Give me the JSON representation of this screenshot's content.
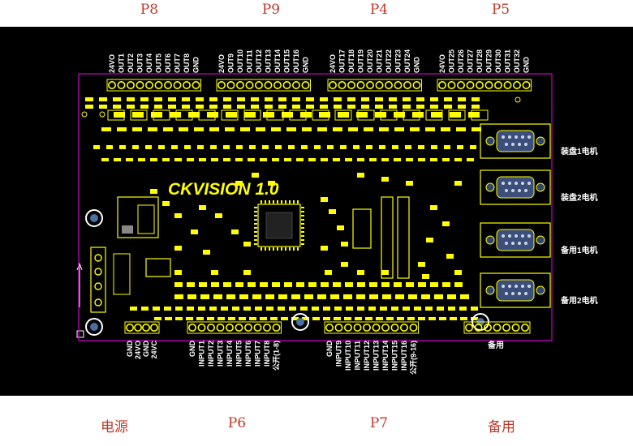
{
  "top_headers": [
    "P8",
    "P9",
    "P4",
    "P5"
  ],
  "bottom_headers": [
    "电源",
    "P6",
    "P7",
    "备用"
  ],
  "board_title": "CKVISION 1.0",
  "top_connectors": [
    [
      "24VO",
      "OUT1",
      "OUT2",
      "OUT3",
      "OUT4",
      "OUT5",
      "OUT6",
      "OUT7",
      "OUT8",
      "GND"
    ],
    [
      "24VO",
      "OUT9",
      "OUT10",
      "OUT11",
      "OUT12",
      "OUT13",
      "OUT14",
      "OUT15",
      "OUT16",
      "GND"
    ],
    [
      "24VO",
      "OUT17",
      "OUT18",
      "OUT19",
      "OUT20",
      "OUT21",
      "OUT22",
      "OUT23",
      "OUT24",
      "GND"
    ],
    [
      "24VO",
      "OUT25",
      "OUT26",
      "OUT27",
      "OUT28",
      "OUT29",
      "OUT30",
      "OUT31",
      "OUT32",
      "GND"
    ]
  ],
  "power_pins": [
    "GND",
    "24VO",
    "GND",
    "24VC"
  ],
  "input_connectors": [
    [
      "GND",
      "INPUT1",
      "INPUT2",
      "INPUT3",
      "INPUT4",
      "INPUT5",
      "INPUT6",
      "INPUT7",
      "INPUT8",
      "公开(1-8)"
    ],
    [
      "GND",
      "INPUT9",
      "INPUT10",
      "INPUT11",
      "INPUT12",
      "INPUT13",
      "INPUT14",
      "INPUT15",
      "INPUT16",
      "公开(9-16)"
    ]
  ],
  "motor_ports": [
    "装盘1电机",
    "装盘2电机",
    "备用1电机",
    "备用2电机"
  ],
  "spare_label": "备用",
  "colors": {
    "board_bg": "#000000",
    "outline": "#cc00cc",
    "silkscreen": "#ffff00",
    "text": "#ffffff",
    "header_text": "#c0392b"
  }
}
